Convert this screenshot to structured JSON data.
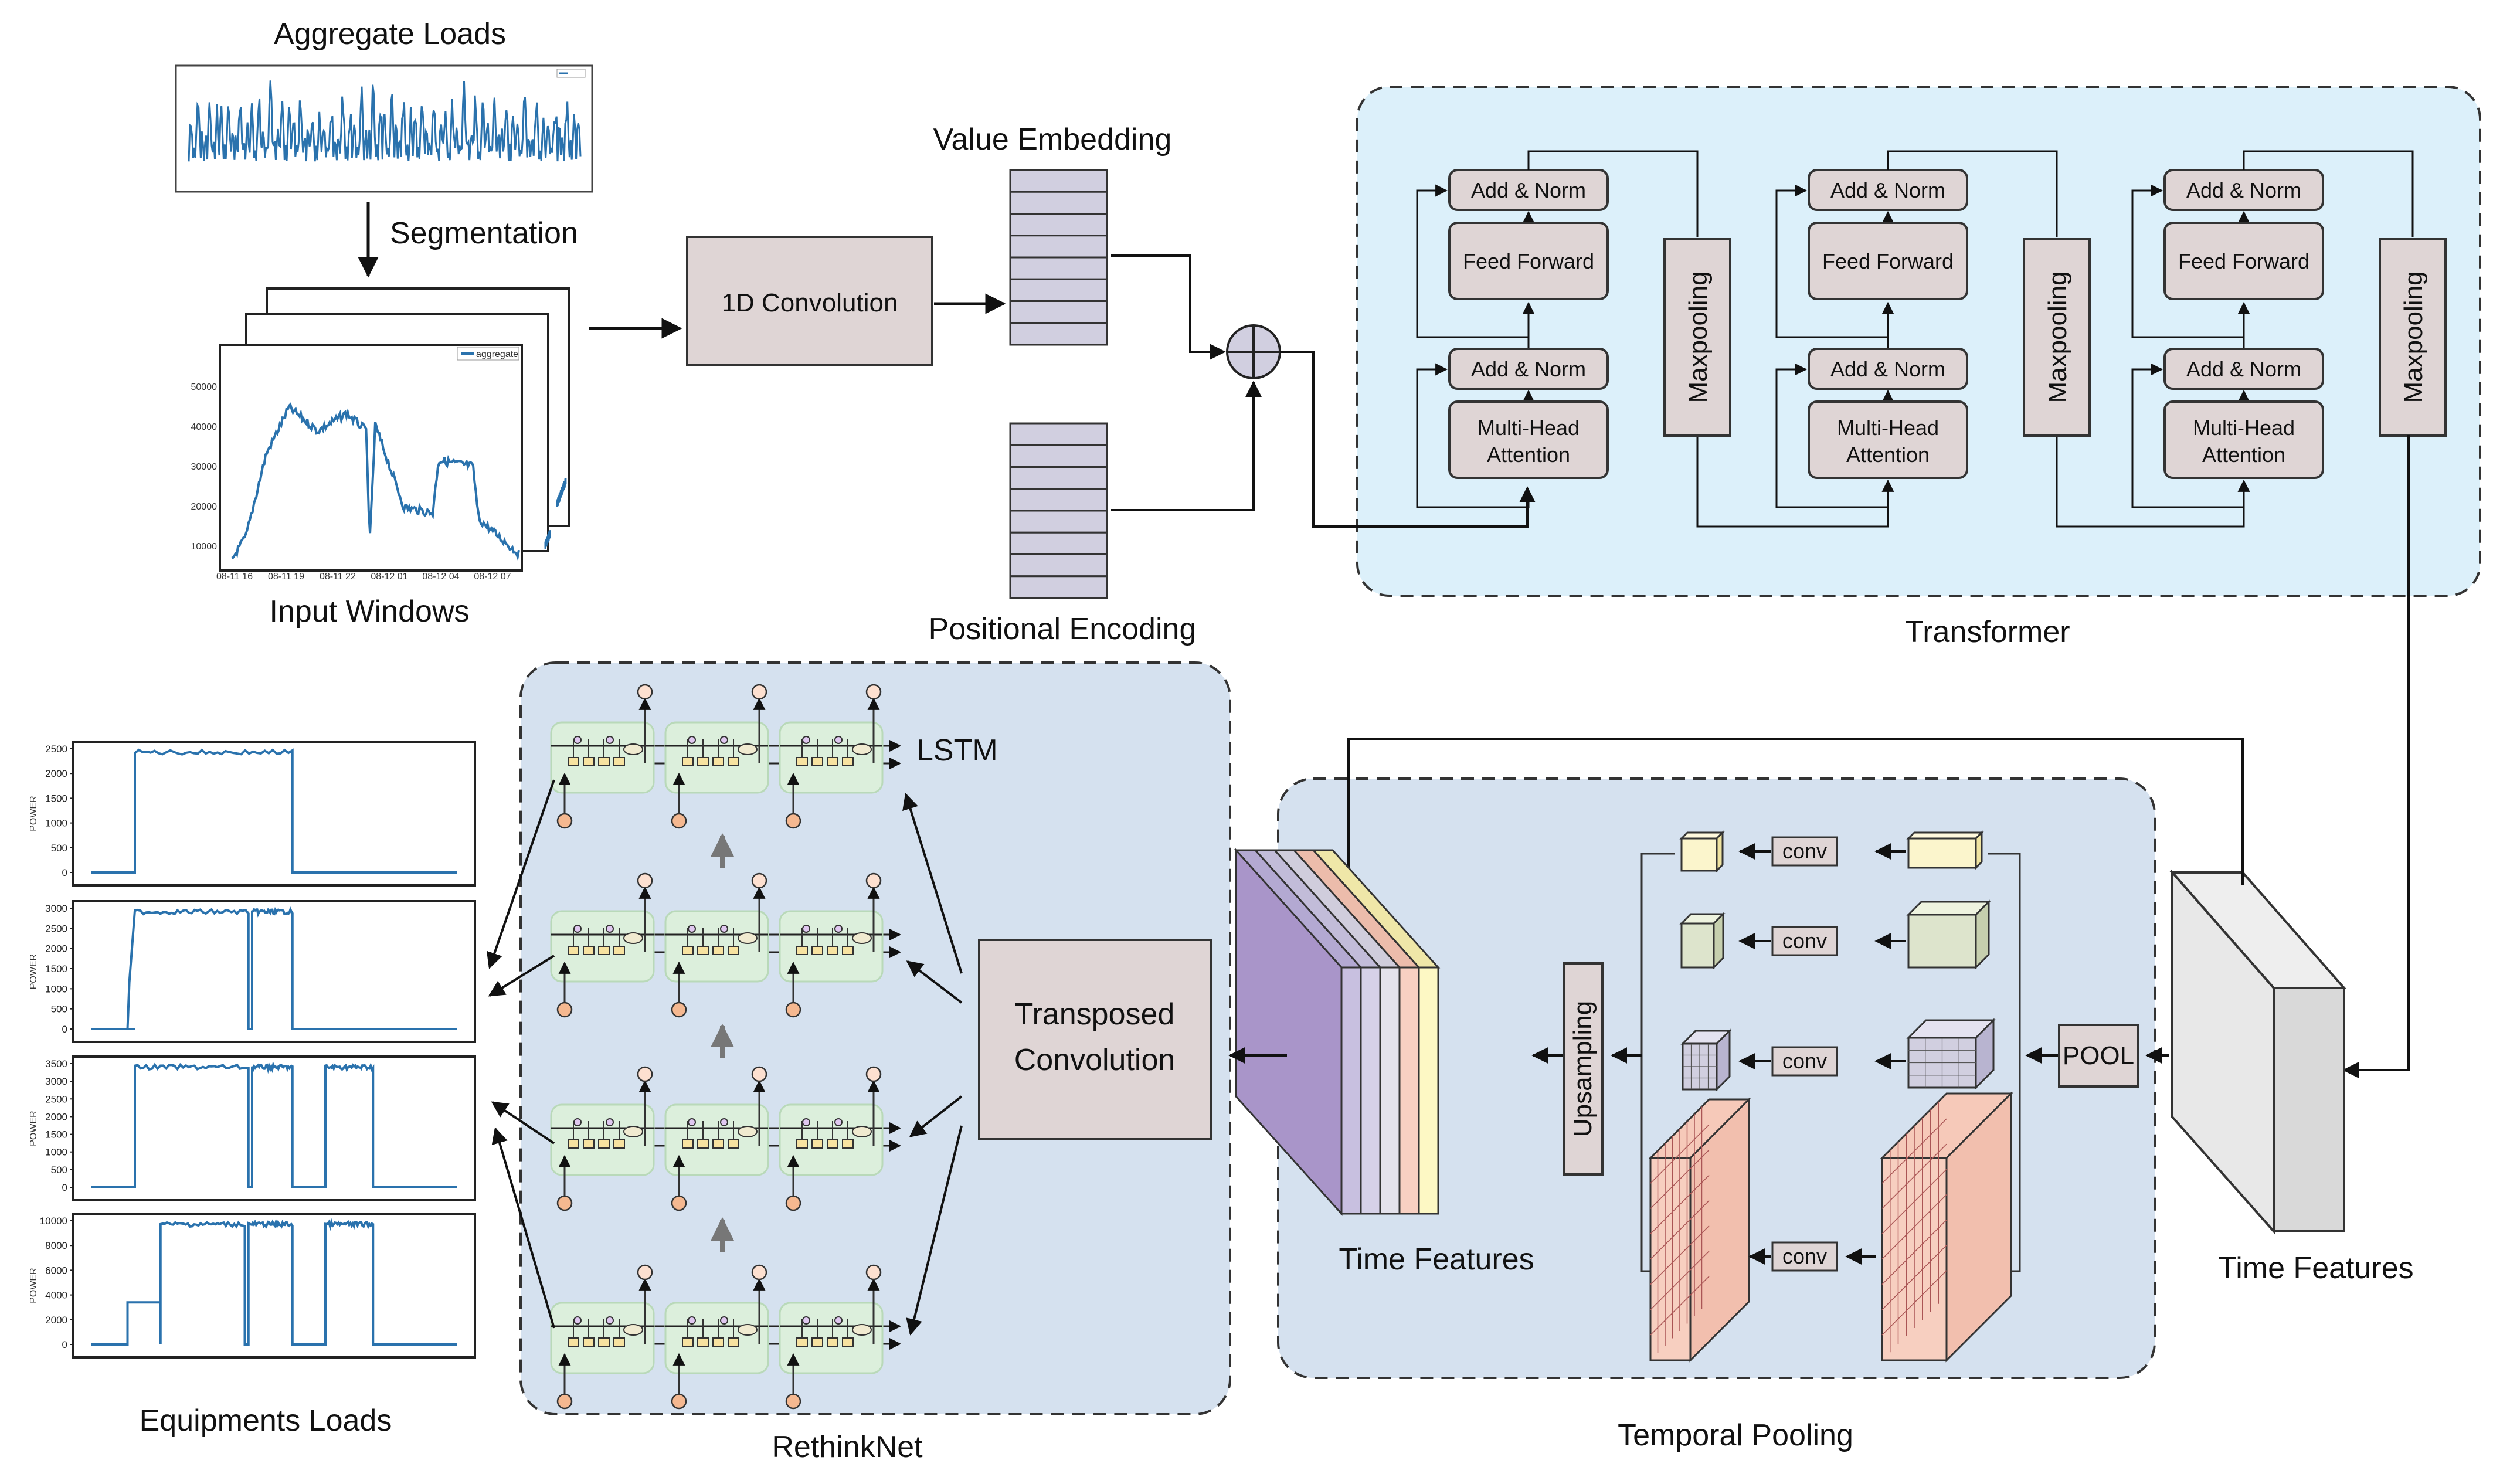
{
  "labels": {
    "aggregate_loads": "Aggregate Loads",
    "segmentation": "Segmentation",
    "input_windows": "Input Windows",
    "conv1d": "1D Convolution",
    "value_embedding": "Value Embedding",
    "positional_encoding": "Positional Encoding",
    "transformer": "Transformer",
    "add_norm": "Add & Norm",
    "feed_forward": "Feed Forward",
    "mha_line1": "Multi-Head",
    "mha_line2": "Attention",
    "maxpooling": "Maxpooling",
    "time_features_right": "Time Features",
    "time_features_left": "Time Features",
    "temporal_pooling": "Temporal Pooling",
    "pool": "POOL",
    "conv": "conv",
    "upsampling": "Upsampling",
    "transposed_line1": "Transposed",
    "transposed_line2": "Convolution",
    "lstm": "LSTM",
    "rethinknet": "RethinkNet",
    "equipments_loads": "Equipments Loads",
    "power_axis": "POWER",
    "legend": "aggregate"
  },
  "equipment_yticks": [
    [
      "2500",
      "2000",
      "1500",
      "1000",
      "500",
      "0"
    ],
    [
      "3000",
      "2500",
      "2000",
      "1500",
      "1000",
      "500",
      "0"
    ],
    [
      "3500",
      "3000",
      "2500",
      "2000",
      "1500",
      "1000",
      "500",
      "0"
    ],
    [
      "10000",
      "8000",
      "6000",
      "4000",
      "2000",
      "0"
    ]
  ],
  "input_window_yticks": [
    "50000",
    "40000",
    "30000",
    "20000",
    "10000"
  ],
  "input_window_xticks": [
    "08-11 16",
    "08-11 19",
    "08-11 22",
    "08-12 01",
    "08-12 04",
    "08-12 07"
  ],
  "colors": {
    "transformer_bg": "#dcf0fa",
    "pooling_bg": "#d5e1ef",
    "block_fill": "#dfd5d5",
    "embed_fill": "#d1cfe0",
    "series_blue": "#2a72ad",
    "lstm_cell": "#dcefdc"
  }
}
